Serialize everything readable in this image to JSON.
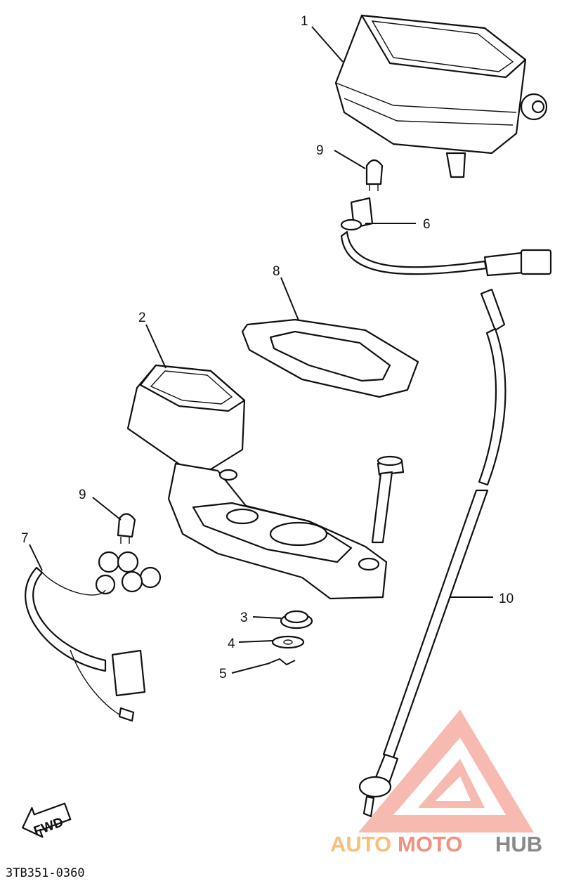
{
  "diagram": {
    "callouts": [
      {
        "id": "1",
        "text": "1"
      },
      {
        "id": "2",
        "text": "2"
      },
      {
        "id": "3",
        "text": "3"
      },
      {
        "id": "4",
        "text": "4"
      },
      {
        "id": "5",
        "text": "5"
      },
      {
        "id": "6",
        "text": "6"
      },
      {
        "id": "7",
        "text": "7"
      },
      {
        "id": "8",
        "text": "8"
      },
      {
        "id": "9a",
        "text": "9"
      },
      {
        "id": "9b",
        "text": "9"
      },
      {
        "id": "10",
        "text": "10"
      }
    ],
    "direction_arrow": "FWD",
    "part_code": "3TB351-0360"
  },
  "watermark": {
    "word_a": "AUTO",
    "word_b": "MOTO",
    "word_c": "HUB",
    "colors": {
      "auto": "#f7c07a",
      "moto": "#f09080",
      "hub": "#8a8a8a",
      "logo": "#f08a7a"
    }
  }
}
